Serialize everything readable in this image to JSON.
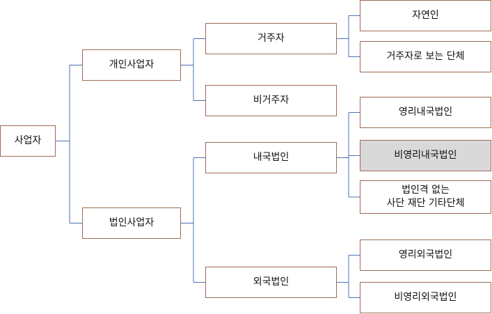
{
  "diagram": {
    "line_color": "#4a6fb5",
    "box_border_color": "#9c6a52",
    "highlight_fill": "#d9d9d9",
    "root": {
      "label": "사업자"
    },
    "individual": {
      "label": "개인사업자",
      "resident": {
        "label": "거주자",
        "natural_person": {
          "label": "자연인"
        },
        "deemed_body": {
          "label": "거주자로 보는 단체"
        }
      },
      "non_resident": {
        "label": "비거주자"
      }
    },
    "corporate": {
      "label": "법인사업자",
      "domestic": {
        "label": "내국법인",
        "for_profit": {
          "label": "영리내국법인"
        },
        "non_profit": {
          "label": "비영리내국법인",
          "highlighted": true
        },
        "other_bodies": {
          "label": "법인격 없는\n사단 재단 기타단체"
        }
      },
      "foreign": {
        "label": "외국법인",
        "for_profit": {
          "label": "영리외국법인"
        },
        "non_profit": {
          "label": "비영리외국법인"
        }
      }
    }
  }
}
